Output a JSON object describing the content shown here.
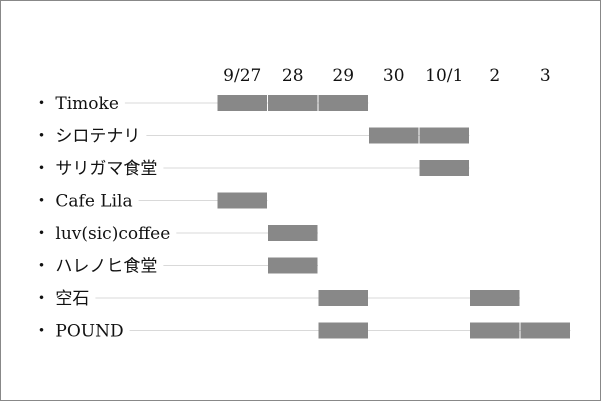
{
  "chart_data": {
    "type": "gantt",
    "columns": [
      "9/27",
      "28",
      "29",
      "30",
      "10/1",
      "2",
      "3"
    ],
    "bullet": "・",
    "rows": [
      {
        "label": "Timoke",
        "active": [
          0,
          1,
          2
        ]
      },
      {
        "label": "シロテナリ",
        "active": [
          3,
          4
        ]
      },
      {
        "label": "サリガマ食堂",
        "active": [
          4
        ]
      },
      {
        "label": "Cafe Lila",
        "active": [
          0
        ]
      },
      {
        "label": "luv(sic)coffee",
        "active": [
          1
        ]
      },
      {
        "label": "ハレノヒ食堂",
        "active": [
          1
        ]
      },
      {
        "label": "空石",
        "active": [
          2,
          5
        ]
      },
      {
        "label": "POUND",
        "active": [
          2,
          5,
          6
        ]
      }
    ],
    "bar_color": "#888888",
    "leader_color": "#d9d9d9",
    "grid": false,
    "legend": "none"
  }
}
